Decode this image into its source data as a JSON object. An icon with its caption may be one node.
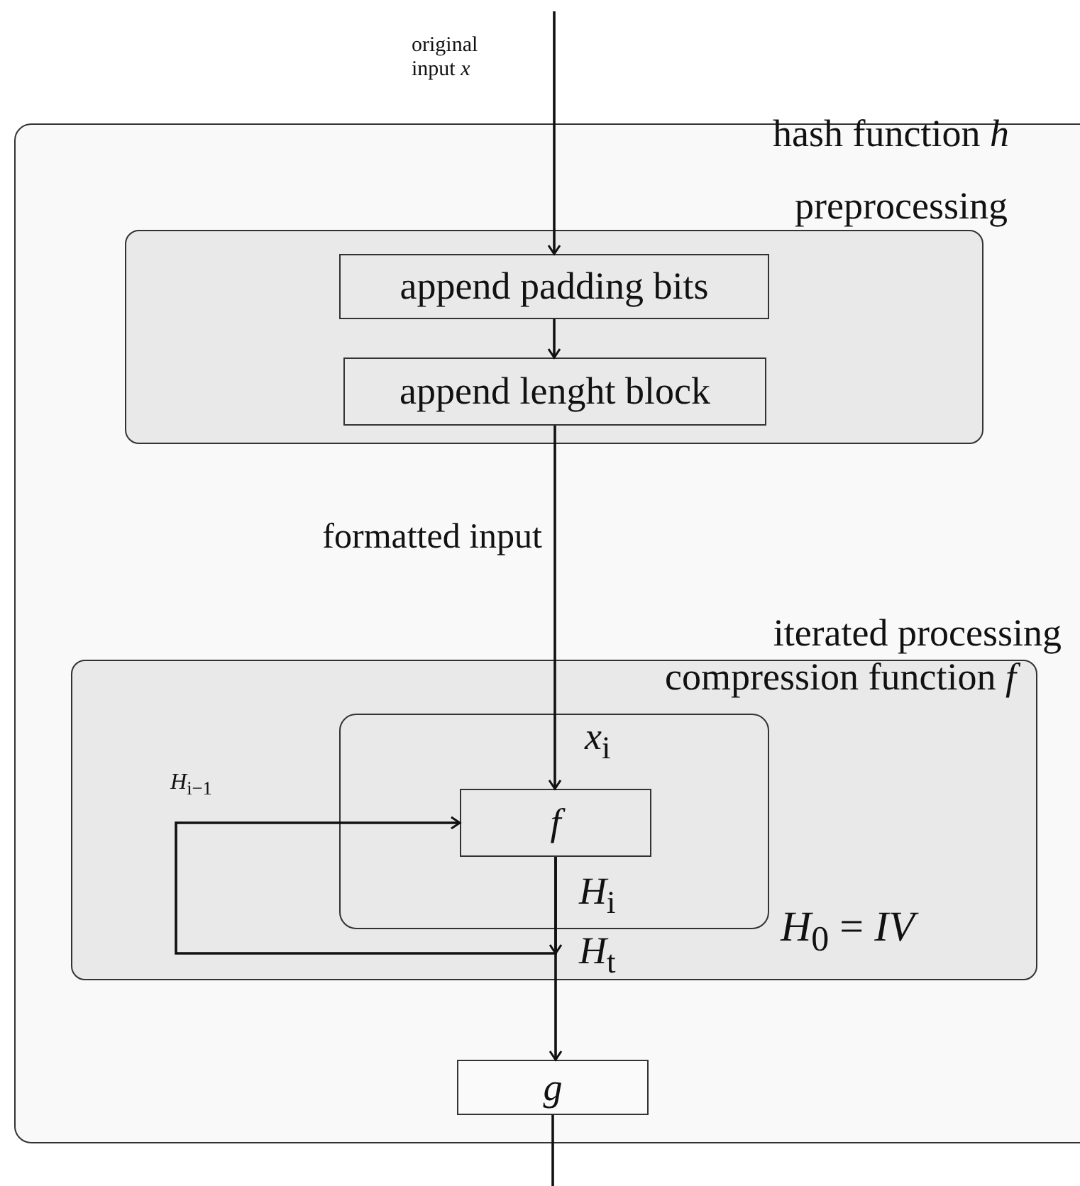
{
  "diagram": {
    "nodes": [
      {
        "text": [
          "hash function *h*"
        ]
      },
      {
        "text": [
          "preprocessing"
        ],
        "in": 0
      },
      {
        "text": [
          "append padding bits"
        ],
        "in": 1
      },
      {
        "text": [
          "append lenght block"
        ],
        "in": 1
      },
      {
        "text": [
          "iterated processing",
          "*H*$_{0}$ = *IV*"
        ],
        "in": 0
      },
      {
        "text": [
          "compression function *f*"
        ],
        "in": 4
      },
      {
        "text": [
          "f"
        ],
        "in": 5
      },
      {
        "text": [
          "g"
        ],
        "in": 0
      }
    ],
    "edges": [
      {
        "from": null,
        "to": 2,
        "arrow": "to",
        "label": "original input *x*"
      },
      {
        "from": 2,
        "to": 3,
        "arrow": "to"
      },
      {
        "from": 3,
        "to": 6,
        "arrow": "to",
        "label": "formatted input"
      },
      {
        "from": 6,
        "to": 7,
        "arrow": "to"
      },
      {
        "from": 6,
        "to": 6,
        "arrow": "to",
        "label": "*H*$_{i−1}$"
      },
      {
        "from": 7,
        "to": null,
        "arrow": "none"
      }
    ],
    "labels": [
      "*x*$_{i}$",
      "*H*$_{i}$",
      "*H*$_{t}$"
    ]
  }
}
